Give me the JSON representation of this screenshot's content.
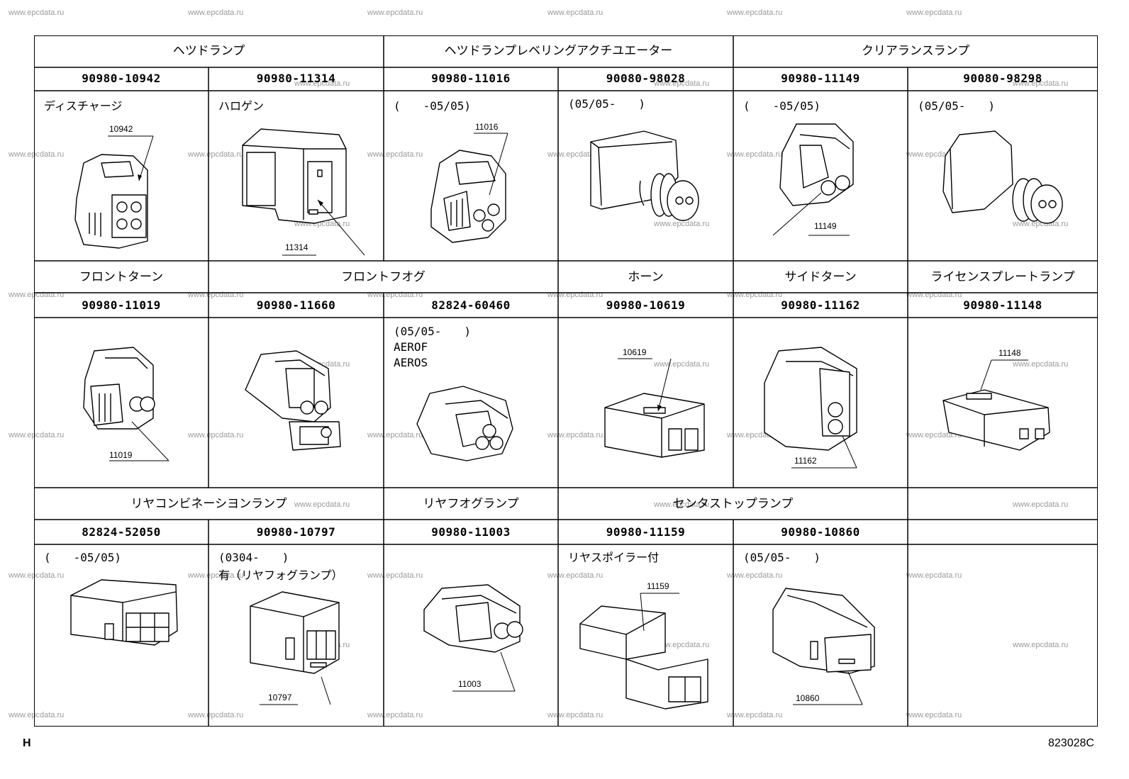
{
  "watermark": "www.epcdata.ru",
  "groups": [
    {
      "label": "ヘツドランプ"
    },
    {
      "label": "ヘツドランプレベリングアクチユエーター"
    },
    {
      "label": "クリアランスランプ"
    },
    {
      "label": "フロントターン"
    },
    {
      "label": "フロントフオグ"
    },
    {
      "label": "ホーン"
    },
    {
      "label": "サイドターン"
    },
    {
      "label": "ライセンスプレートランプ"
    },
    {
      "label": "リヤコンビネーシヨンランプ"
    },
    {
      "label": "リヤフオグランプ"
    },
    {
      "label": "センタストップランプ"
    }
  ],
  "parts": [
    {
      "part_no": "90980-10942",
      "note": "ディスチャージ",
      "callout": "10942"
    },
    {
      "part_no": "90980-11314",
      "note": "ハロゲン",
      "callout": "11314"
    },
    {
      "part_no": "90980-11016",
      "note": "(　　-05/05)",
      "callout": "11016"
    },
    {
      "part_no": "90080-98028",
      "note": "(05/05-　　)",
      "callout": ""
    },
    {
      "part_no": "90980-11149",
      "note": "(　　-05/05)",
      "callout": "11149"
    },
    {
      "part_no": "90080-98298",
      "note": "(05/05-　　)",
      "callout": ""
    },
    {
      "part_no": "90980-11019",
      "note": "",
      "callout": "11019"
    },
    {
      "part_no": "90980-11660",
      "note": "",
      "callout": ""
    },
    {
      "part_no": "82824-60460",
      "note": "(05/05-　　)",
      "note2": "AEROF",
      "note3": "AEROS",
      "callout": ""
    },
    {
      "part_no": "90980-10619",
      "note": "",
      "callout": "10619"
    },
    {
      "part_no": "90980-11162",
      "note": "",
      "callout": "11162"
    },
    {
      "part_no": "90980-11148",
      "note": "",
      "callout": "11148"
    },
    {
      "part_no": "82824-52050",
      "note": "(　　-05/05)",
      "callout": ""
    },
    {
      "part_no": "90980-10797",
      "note": "(0304-　　)",
      "note2": "有（リヤフォグランプ）",
      "callout": "10797"
    },
    {
      "part_no": "90980-11003",
      "note": "",
      "callout": "11003"
    },
    {
      "part_no": "90980-11159",
      "note": "リヤスポイラー付",
      "callout": "11159"
    },
    {
      "part_no": "90980-10860",
      "note": "(05/05-　　)",
      "callout": "10860"
    }
  ],
  "footer": {
    "left": "H",
    "right": "823028C"
  }
}
